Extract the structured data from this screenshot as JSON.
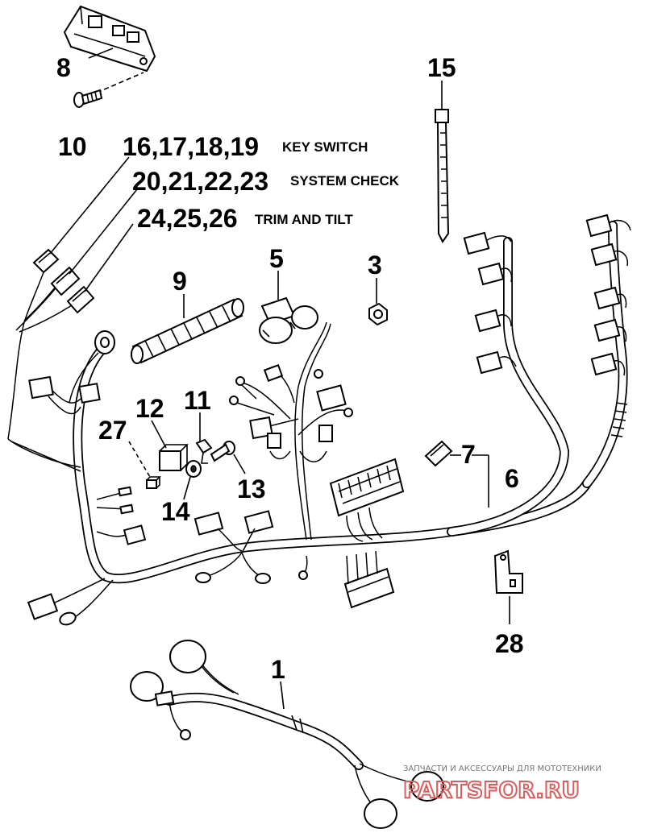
{
  "callouts": {
    "c1": "1",
    "c3": "3",
    "c5": "5",
    "c6": "6",
    "c7": "7",
    "c8": "8",
    "c9": "9",
    "c10": "10",
    "c11": "11",
    "c12": "12",
    "c13": "13",
    "c14": "14",
    "c15": "15",
    "c27": "27",
    "c28": "28",
    "g1": "16,17,18,19",
    "g2": "20,21,22,23",
    "g3": "24,25,26"
  },
  "captions": {
    "key_switch": "KEY SWITCH",
    "system_check": "SYSTEM CHECK",
    "trim_and_tilt": "TRIM AND TILT"
  },
  "watermark": {
    "tagline": "ЗАПЧАСТИ И АКСЕССУАРЫ ДЛЯ МОТОТЕХНИКИ",
    "brand": "PARTSFOR.RU"
  }
}
